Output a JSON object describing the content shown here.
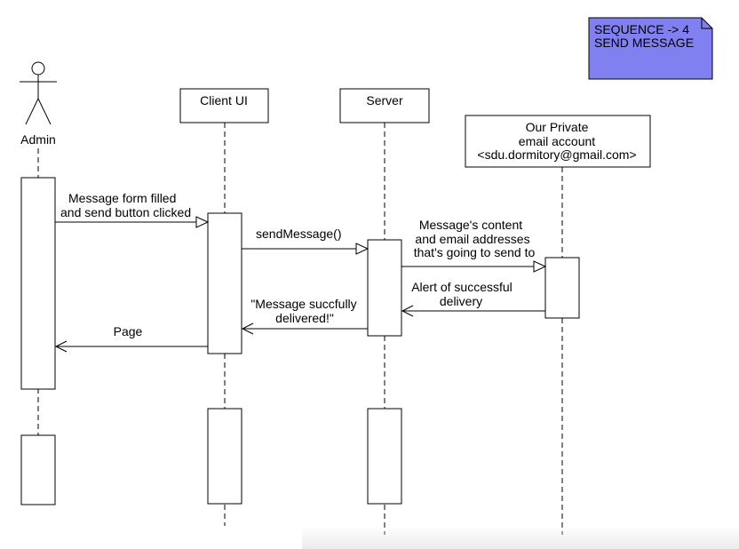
{
  "note": {
    "lines": [
      "SEQUENCE -> 4",
      "SEND MESSAGE"
    ]
  },
  "participants": {
    "admin": {
      "label": "Admin"
    },
    "client_ui": {
      "label": "Client UI"
    },
    "server": {
      "label": "Server"
    },
    "email": {
      "lines": [
        "Our Private",
        "email account",
        "<sdu.dormitory@gmail.com>"
      ]
    }
  },
  "messages": {
    "m1": {
      "lines": [
        "Message form filled",
        "and send button clicked"
      ]
    },
    "m2": {
      "lines": [
        "sendMessage()"
      ]
    },
    "m3": {
      "lines": [
        "Message's content",
        "and email addresses",
        "that's going to send to"
      ]
    },
    "m4": {
      "lines": [
        "Alert of successful",
        "delivery"
      ]
    },
    "m5": {
      "lines": [
        "\"Message succfully",
        "delivered!\""
      ]
    },
    "m6": {
      "lines": [
        "Page"
      ]
    }
  }
}
